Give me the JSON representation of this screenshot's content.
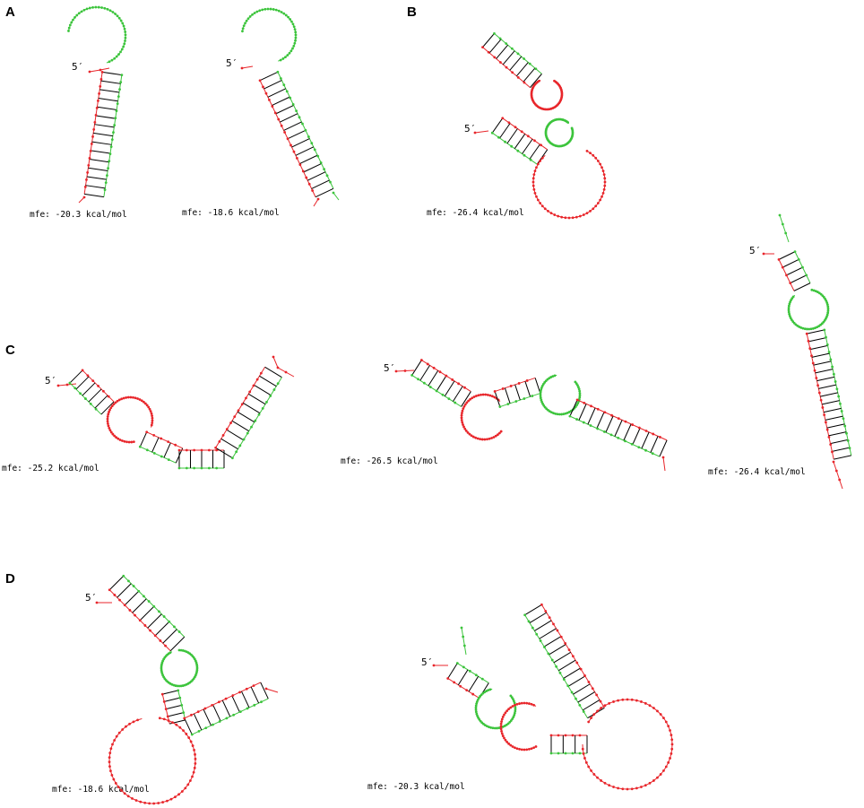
{
  "figure": {
    "panels": [
      {
        "label": "A",
        "structures": [
          {
            "five_prime": "5′",
            "mfe": "mfe: -20.3 kcal/mol"
          },
          {
            "five_prime": "5′",
            "mfe": "mfe: -18.6 kcal/mol"
          }
        ]
      },
      {
        "label": "B",
        "structures": [
          {
            "five_prime": "5′",
            "mfe": "mfe: -26.4 kcal/mol"
          }
        ]
      },
      {
        "label": "C",
        "structures": [
          {
            "five_prime": "5′",
            "mfe": "mfe: -25.2 kcal/mol"
          },
          {
            "five_prime": "5′",
            "mfe": "mfe: -26.5 kcal/mol"
          },
          {
            "five_prime": "5′",
            "mfe": "mfe: -26.4 kcal/mol"
          }
        ]
      },
      {
        "label": "D",
        "structures": [
          {
            "five_prime": "5′",
            "mfe": "mfe: -18.6 kcal/mol"
          },
          {
            "five_prime": "5′",
            "mfe": "mfe: -20.3 kcal/mol"
          }
        ]
      }
    ],
    "colors": {
      "strand_red": "#e8262b",
      "strand_green": "#3cc43c",
      "base_pair": "#000000"
    }
  }
}
